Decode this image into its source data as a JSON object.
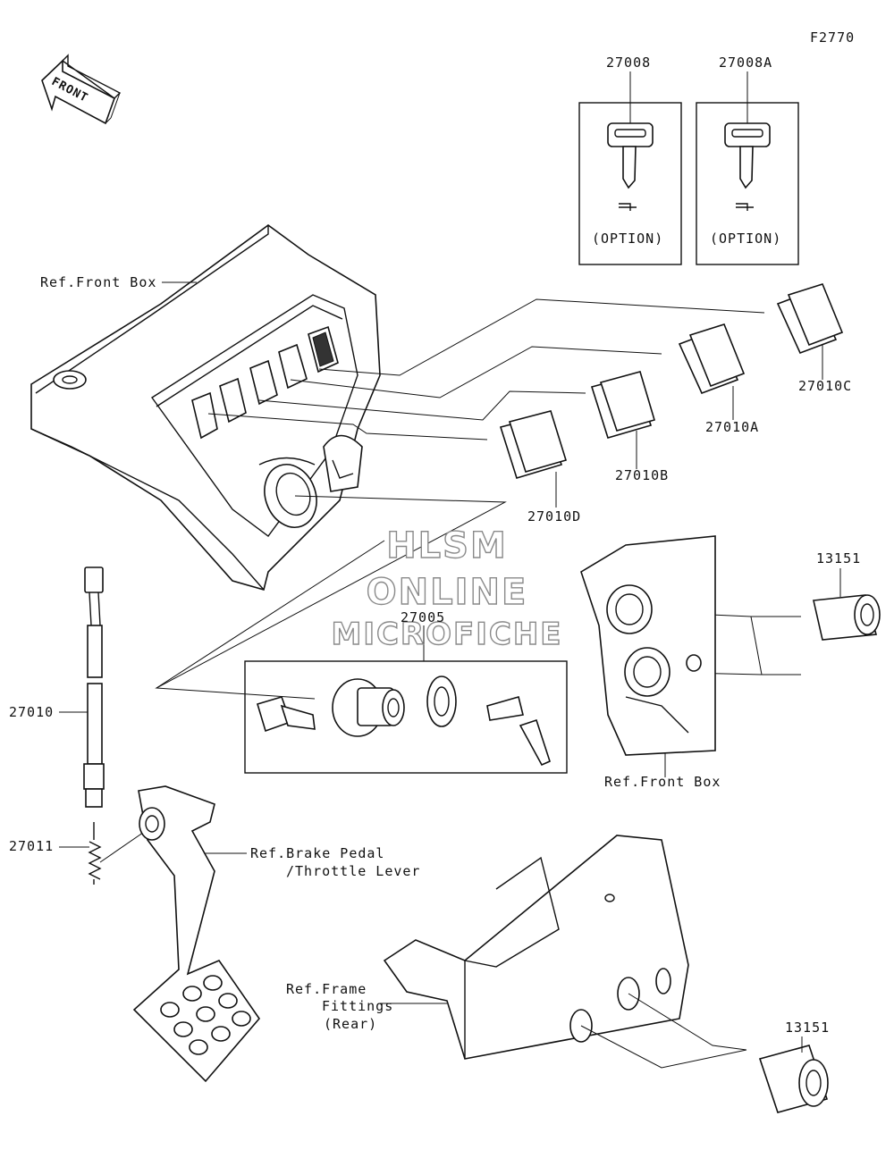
{
  "figure_code": "F2770",
  "front_label": "FRONT",
  "watermark": {
    "line1": "HLSM",
    "line2": "ONLINE",
    "line3": "MICROFICHE"
  },
  "parts": {
    "p27008": "27008",
    "p27008A": "27008A",
    "option_1": "(OPTION)",
    "option_2": "(OPTION)",
    "p27010C": "27010C",
    "p27010A": "27010A",
    "p27010B": "27010B",
    "p27010D": "27010D",
    "p27005": "27005",
    "p13151_top": "13151",
    "p13151_bottom": "13151",
    "p27010": "27010",
    "p27011": "27011"
  },
  "refs": {
    "front_box_top": "Ref.Front Box",
    "front_box_right": "Ref.Front Box",
    "brake_pedal_1": "Ref.Brake Pedal",
    "brake_pedal_2": "/Throttle Lever",
    "frame_1": "Ref.Frame",
    "frame_2": "Fittings",
    "frame_3": "(Rear)"
  }
}
